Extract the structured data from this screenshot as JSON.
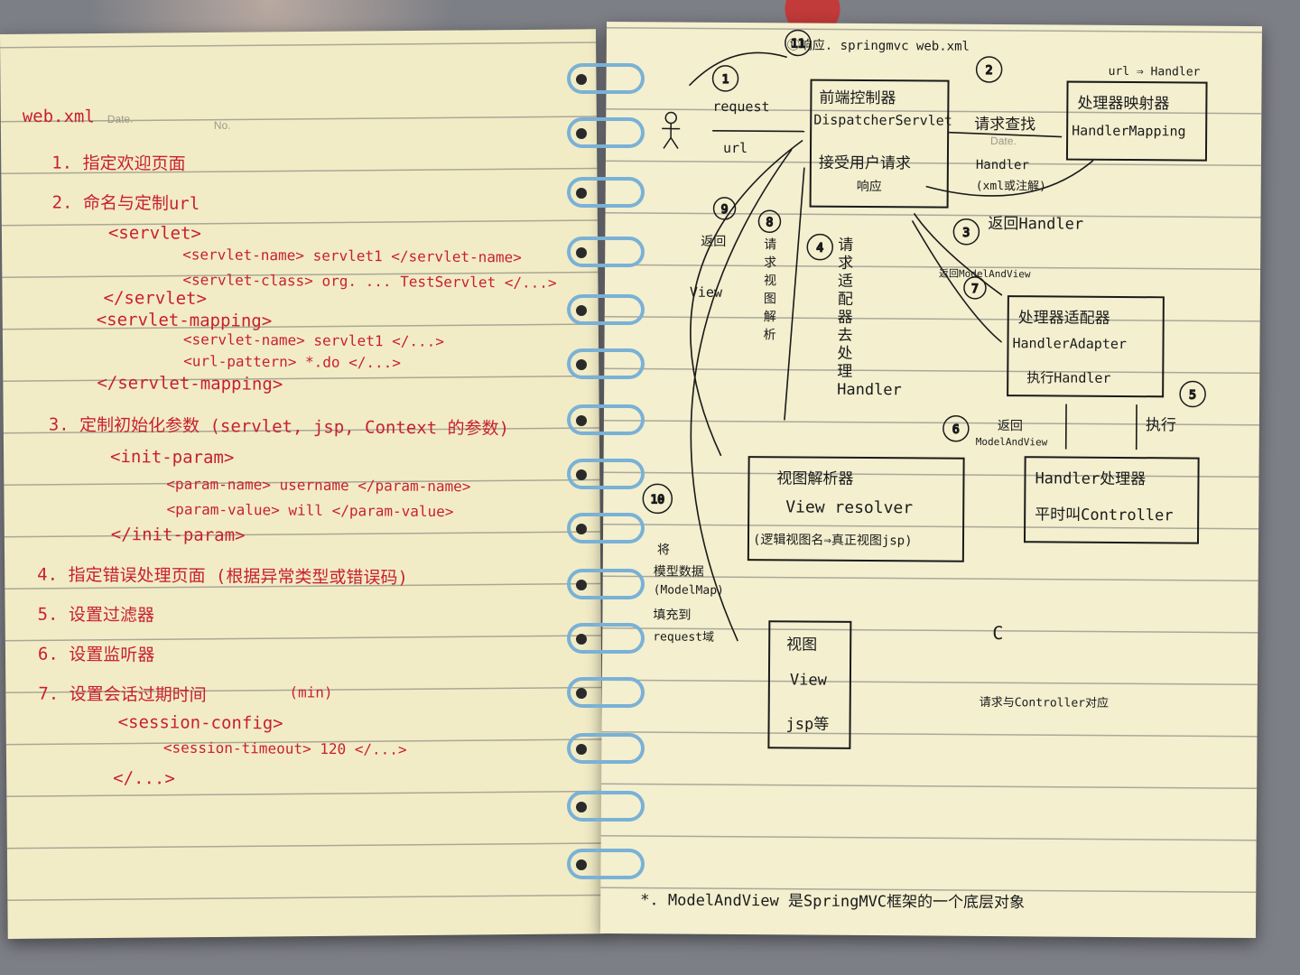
{
  "left_page": {
    "printed_date": "Date.",
    "printed_no": "No.",
    "heading": "web.xml",
    "lines": [
      "1. 指定欢迎页面",
      "2. 命名与定制url",
      "<servlet>",
      "<servlet-name> servlet1 </servlet-name>",
      "<servlet-class> org. ... TestServlet </...>",
      "</servlet>",
      "<servlet-mapping>",
      "<servlet-name> servlet1 </...>",
      "<url-pattern> *.do </...>",
      "</servlet-mapping>",
      "3. 定制初始化参数 (servlet, jsp, Context 的参数)",
      "<init-param>",
      "<param-name> username </param-name>",
      "<param-value> will </param-value>",
      "</init-param>",
      "4. 指定错误处理页面 (根据异常类型或错误码)",
      "5. 设置过滤器",
      "6. 设置监听器",
      "7. 设置会话过期时间",
      "(min)",
      "<session-config>",
      "<session-timeout> 120 </...>",
      "</...>"
    ]
  },
  "right_page": {
    "printed_date": "Date.",
    "title": "⑪响应. springmvc web.xml",
    "url_handler": "url ⇒ Handler",
    "request": "request",
    "url": "url",
    "dispatcher_box": [
      "前端控制器",
      "DispatcherServlet",
      "接受用户请求",
      "响应"
    ],
    "step2_label": "请求查找",
    "mapping_box": [
      "处理器映射器",
      "HandlerMapping"
    ],
    "handler_return": [
      "Handler",
      "(xml或注解)"
    ],
    "step3": "返回Handler",
    "step4": "请求适配器去处理Handler",
    "step7": "返回ModelAndView",
    "adapter_box": [
      "处理器适配器",
      "HandlerAdapter",
      "执行Handler"
    ],
    "step5": "执行",
    "step6": [
      "返回",
      "ModelAndView"
    ],
    "controller_box": [
      "Handler处理器",
      "平时叫Controller"
    ],
    "step8": "请求视图解析",
    "step9": [
      "返回",
      "View"
    ],
    "resolver_box": [
      "视图解析器",
      "View resolver",
      "(逻辑视图名⇒真正视图jsp)"
    ],
    "step10": [
      "将",
      "模型数据",
      "(ModelMap)",
      "填充到",
      "request域"
    ],
    "view_box": [
      "视图",
      "View",
      "jsp等"
    ],
    "note_c": "C",
    "note_controller": "请求与Controller对应",
    "footer": "*. ModelAndView 是SpringMVC框架的一个底层对象"
  },
  "circle_labels": [
    "1",
    "2",
    "3",
    "4",
    "5",
    "6",
    "7",
    "8",
    "9",
    "10",
    "11"
  ]
}
